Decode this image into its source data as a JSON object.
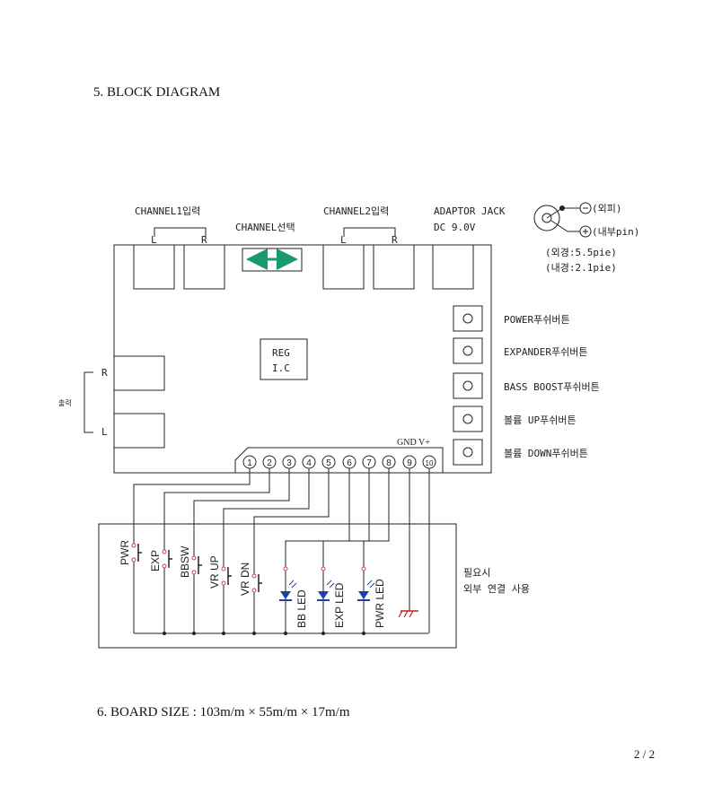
{
  "section5_title": "5. BLOCK DIAGRAM",
  "section6_text": "6. BOARD SIZE : 103m/m ×  55m/m × 17m/m",
  "page_number": "2 / 2",
  "diagram": {
    "channel1_label": "CHANNEL1입력",
    "channel2_label": "CHANNEL2입력",
    "channel_select_label": "CHANNEL선택",
    "adaptor_jack_label": "ADAPTOR JACK",
    "dc_label": "DC 9.0V",
    "ch_left": "L",
    "ch_right": "R",
    "jack_outer": "(외피)",
    "jack_inner": "(내부pin)",
    "outer_diameter": "(외경:5.5pie)",
    "inner_diameter": "(내경:2.1pie)",
    "reg_line1": "REG",
    "reg_line2": "I.C",
    "output_label": "출력",
    "output_r": "R",
    "output_l": "L",
    "gnd_v_label": "GND V+",
    "buttons": [
      "POWER푸쉬버튼",
      "EXPANDER푸쉬버튼",
      "BASS BOOST푸쉬버튼",
      "볼륨 UP푸쉬버튼",
      "볼륨 DOWN푸쉬버튼"
    ],
    "connector_pins": [
      "1",
      "2",
      "3",
      "4",
      "5",
      "6",
      "7",
      "8",
      "9",
      "10"
    ],
    "external_parts": [
      "PWR",
      "EXP",
      "BBSW",
      "VR UP",
      "VR DN",
      "BB LED",
      "EXP LED",
      "PWR LED"
    ],
    "note_line1": "필요시",
    "note_line2": "외부 연결 사용",
    "colors": {
      "selector_arrow": "#1a9a6a",
      "led": "#1e3fa8",
      "ground": "#c02020",
      "pin_accent": "#d04040",
      "line": "#222222"
    }
  }
}
